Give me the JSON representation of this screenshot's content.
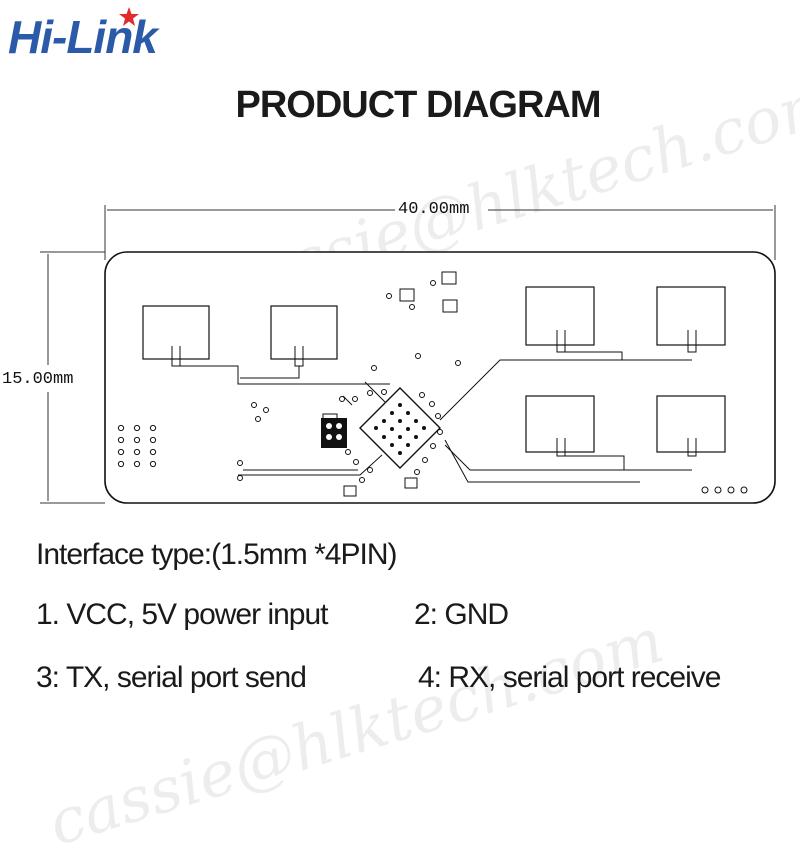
{
  "brand": {
    "logo_text": "Hi-Link",
    "color": "#2a5aa8"
  },
  "title": "PRODUCT DIAGRAM",
  "watermark": {
    "text": "cassie@hlktech.com"
  },
  "dimensions": {
    "width_label": "40.00mm",
    "height_label": "15.00mm"
  },
  "interface": {
    "type_line": "Interface type:(1.5mm *4PIN)",
    "pins": [
      "1. VCC, 5V power input",
      "2: GND",
      "3: TX, serial port send",
      "4: RX, serial port receive"
    ]
  }
}
